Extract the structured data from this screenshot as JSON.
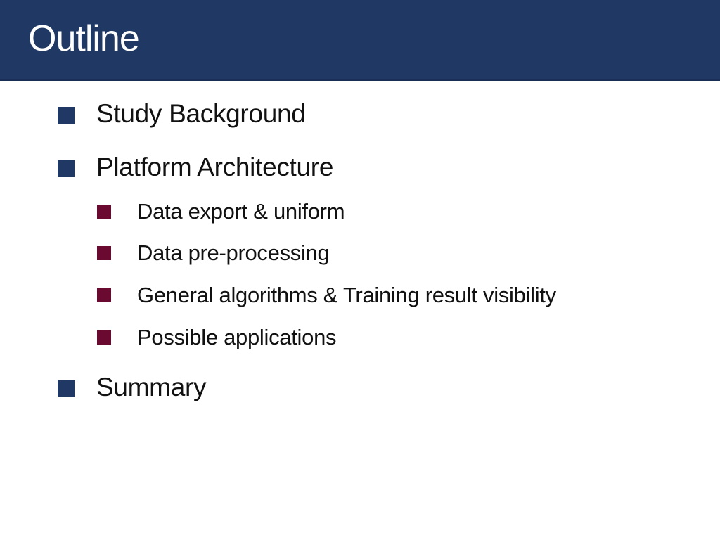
{
  "slide": {
    "title": "Outline",
    "items": [
      {
        "label": "Study Background",
        "level": 1
      },
      {
        "label": "Platform Architecture",
        "level": 1
      },
      {
        "label": "Data export & uniform",
        "level": 2
      },
      {
        "label": "Data pre-processing",
        "level": 2
      },
      {
        "label": "General algorithms & Training result visibility",
        "level": 2
      },
      {
        "label": "Possible applications",
        "level": 2
      },
      {
        "label": "Summary",
        "level": 1
      }
    ]
  },
  "colors": {
    "title_bar": "#203864",
    "title_text": "#ffffff",
    "bullet_level1": "#203864",
    "bullet_level2": "#6b0a31",
    "body_text": "#111111"
  }
}
